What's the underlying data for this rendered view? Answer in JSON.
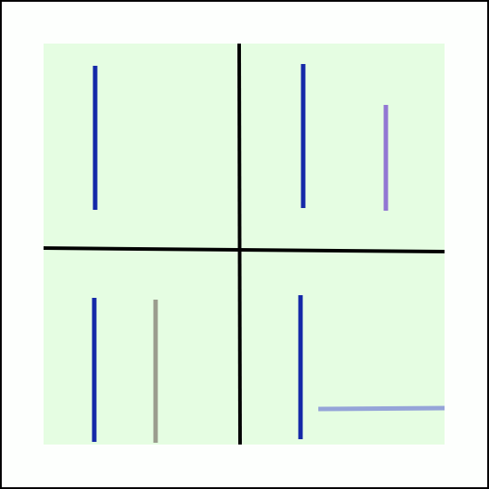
{
  "colors": {
    "outer_frame": "#000000",
    "page_background": "#fdfffd",
    "panel_background": "#e5fde2",
    "divider": "#000000",
    "line_blue": "#1428a8",
    "line_purple": "#9277d3",
    "line_gray": "#9a9c8e",
    "line_light_blue": "#95a4d8"
  },
  "panels": [
    {
      "name": "top-left",
      "lines": [
        {
          "name": "blue-vertical-line",
          "color_key": "line_blue"
        }
      ]
    },
    {
      "name": "top-right",
      "lines": [
        {
          "name": "blue-vertical-line",
          "color_key": "line_blue"
        },
        {
          "name": "purple-vertical-line",
          "color_key": "line_purple"
        }
      ]
    },
    {
      "name": "bottom-left",
      "lines": [
        {
          "name": "blue-vertical-line",
          "color_key": "line_blue"
        },
        {
          "name": "gray-vertical-line",
          "color_key": "line_gray"
        }
      ]
    },
    {
      "name": "bottom-right",
      "lines": [
        {
          "name": "blue-vertical-line",
          "color_key": "line_blue"
        },
        {
          "name": "light-blue-horizontal-line",
          "color_key": "line_light_blue"
        }
      ]
    }
  ]
}
